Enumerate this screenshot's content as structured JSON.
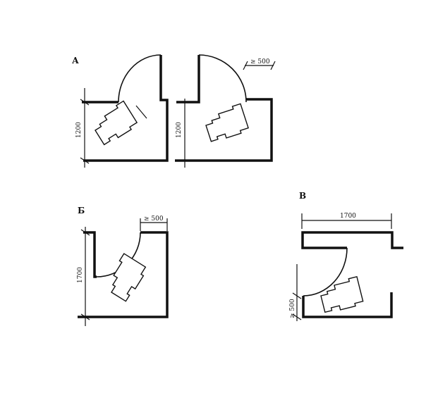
{
  "panels": [
    {
      "label": "А",
      "dimensions": [
        "1200",
        "1200",
        "≥ 500"
      ]
    },
    {
      "label": "Б",
      "dimensions": [
        "1700",
        "≥ 500"
      ]
    },
    {
      "label": "В",
      "dimensions": [
        "1700",
        "≥ 500"
      ]
    }
  ]
}
